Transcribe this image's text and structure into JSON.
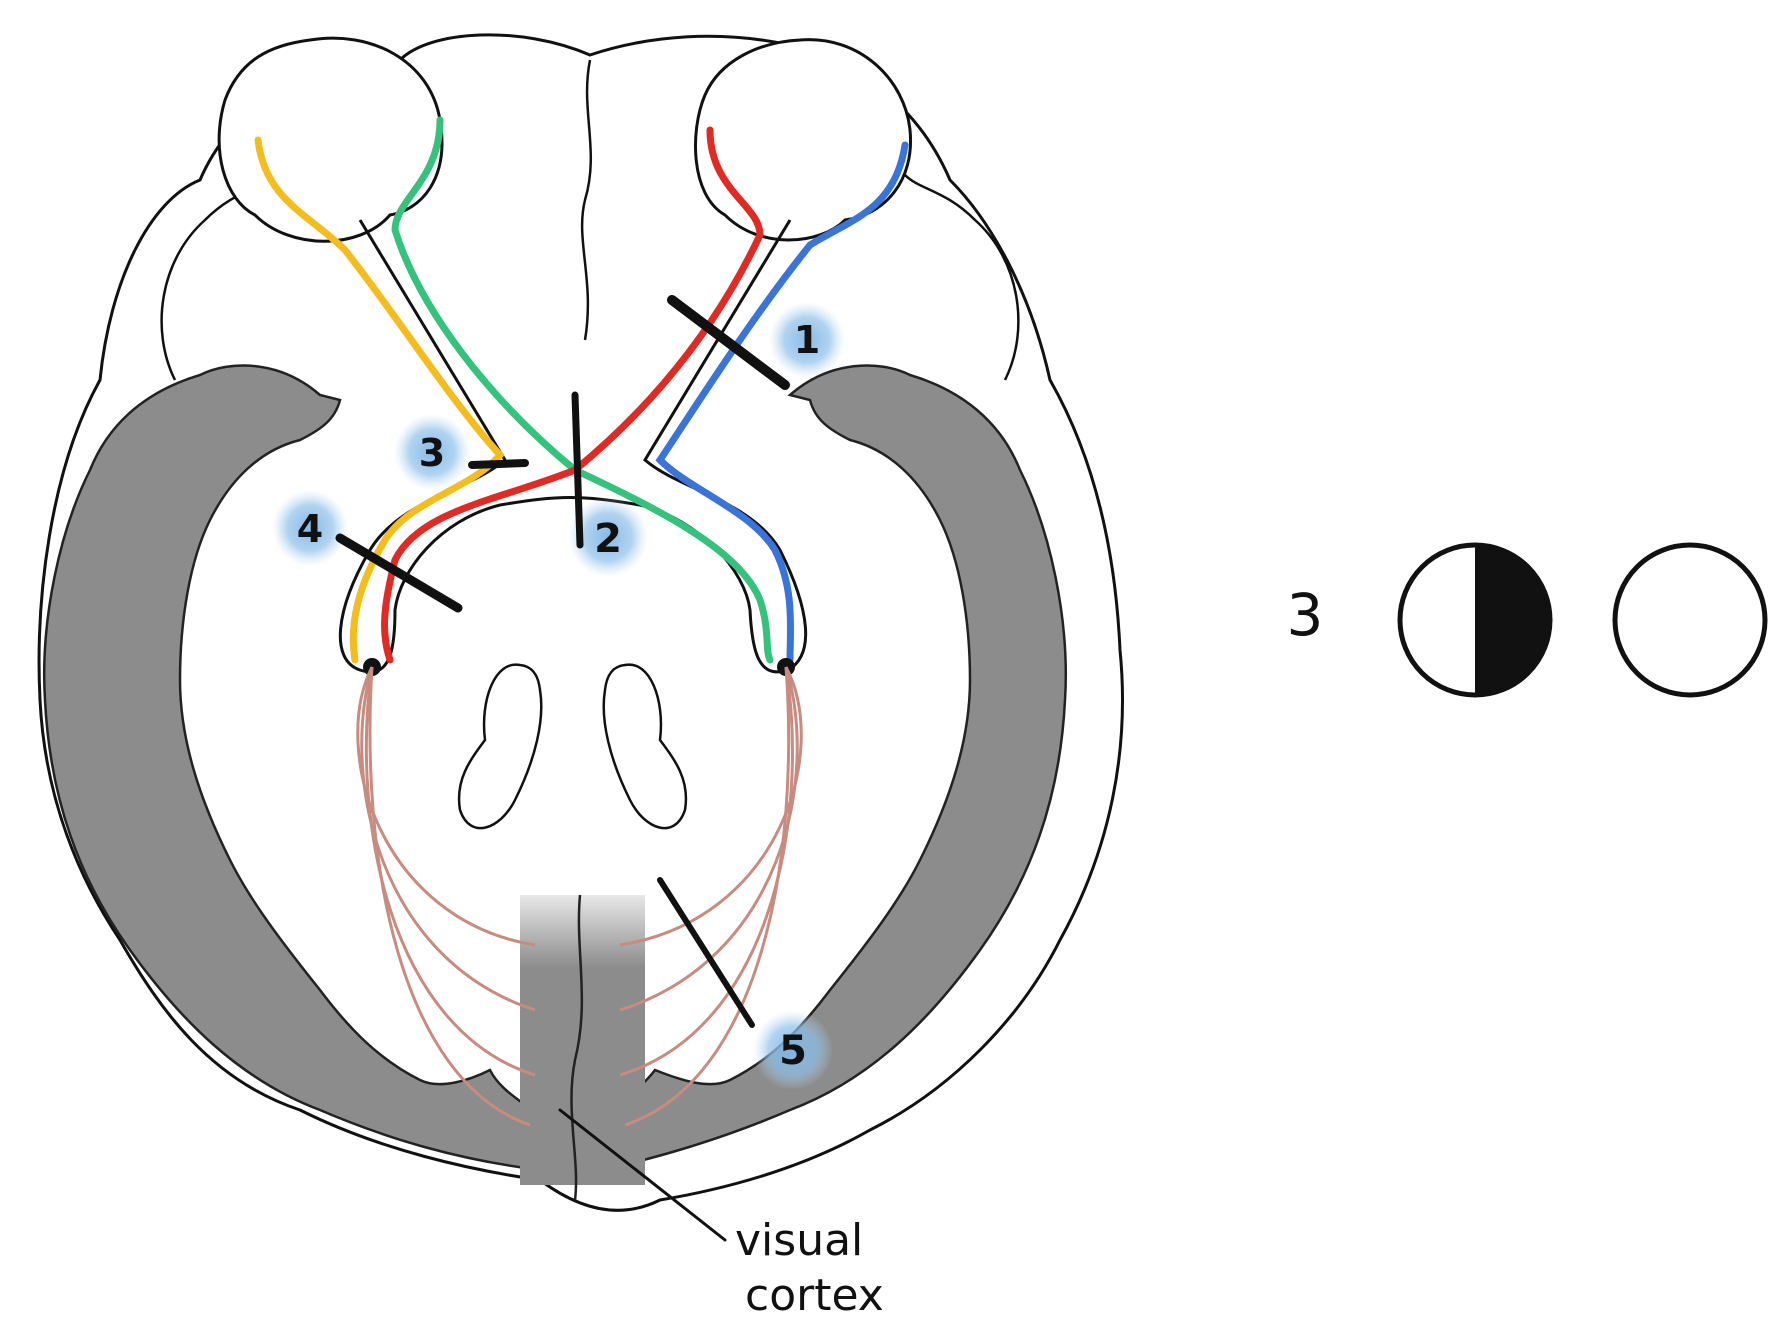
{
  "lesions": [
    {
      "label": "1"
    },
    {
      "label": "2"
    },
    {
      "label": "3"
    },
    {
      "label": "4"
    },
    {
      "label": "5"
    }
  ],
  "cortex_label": {
    "line1": "visual",
    "line2": "cortex"
  },
  "visual_field": {
    "lesion_number": "3",
    "left_eye": "temporal half (right side) blacked out",
    "right_eye": "full field intact"
  },
  "colors": {
    "cortex_gray": "#8c8c8c",
    "fiber_yellow": "#f4bd1f",
    "fiber_green": "#35c27d",
    "fiber_red": "#e02a23",
    "fiber_blue": "#3b74d9",
    "radiation": "#c88b7f",
    "marker_glow": "#7fb6e6"
  }
}
